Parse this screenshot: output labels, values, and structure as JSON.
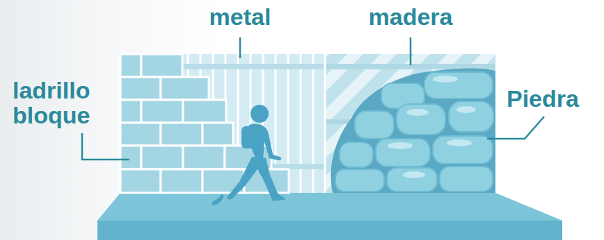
{
  "diagram": {
    "labels": [
      "metal",
      "madera",
      "ladrillo bloque",
      "Piedra"
    ]
  }
}
